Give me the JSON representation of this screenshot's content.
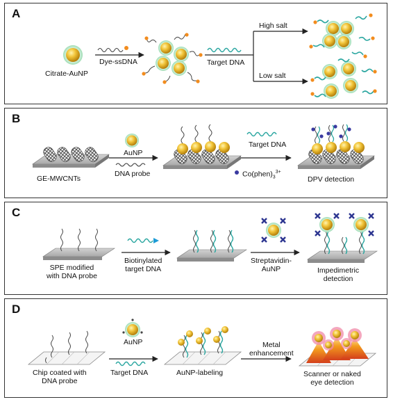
{
  "panels": [
    {
      "id": "A",
      "label": "A",
      "texts": {
        "citrate_aunp": "Citrate-AuNP",
        "dye_ssdna": "Dye-ssDNA",
        "target_dna": "Target DNA",
        "high_salt": "High salt",
        "low_salt": "Low salt"
      }
    },
    {
      "id": "B",
      "label": "B",
      "texts": {
        "ge_mwcnts": "GE-MWCNTs",
        "aunp": "AuNP",
        "dna_probe": "DNA probe",
        "target_dna": "Target DNA",
        "co_phen": "Co(phen)",
        "co_phen_sub": "3",
        "co_phen_sup": "3+",
        "dpv_detection": "DPV detection"
      }
    },
    {
      "id": "C",
      "label": "C",
      "texts": {
        "spe_modified": "SPE modified\nwith DNA probe",
        "biotinylated": "Biotinylated\ntarget DNA",
        "streptavidin": "Streptavidin-\nAuNP",
        "impedimetric": "Impedimetric\ndetection"
      }
    },
    {
      "id": "D",
      "label": "D",
      "texts": {
        "chip_coated": "Chip coated with\nDNA probe",
        "aunp": "AuNP",
        "target_dna": "Target DNA",
        "aunp_labeling": "AuNP-labeling",
        "metal_enhancement": "Metal\nenhancement",
        "scanner": "Scanner or naked\neye detection"
      }
    }
  ],
  "colors": {
    "gold": "#e8b020",
    "gold_light": "#fbe58a",
    "halo": "#b9e8c9",
    "dna_teal": "#2aa6a0",
    "dye_orange": "#f28c1e",
    "surface": "#bdbdbd",
    "surface_dark": "#8c8c8c",
    "streptavidin": "#2c3590",
    "cnt": "#333333",
    "spot_red": "#e04b2a",
    "spot_pink": "#f08aa8",
    "biotin_cyan": "#1d9bd6"
  }
}
